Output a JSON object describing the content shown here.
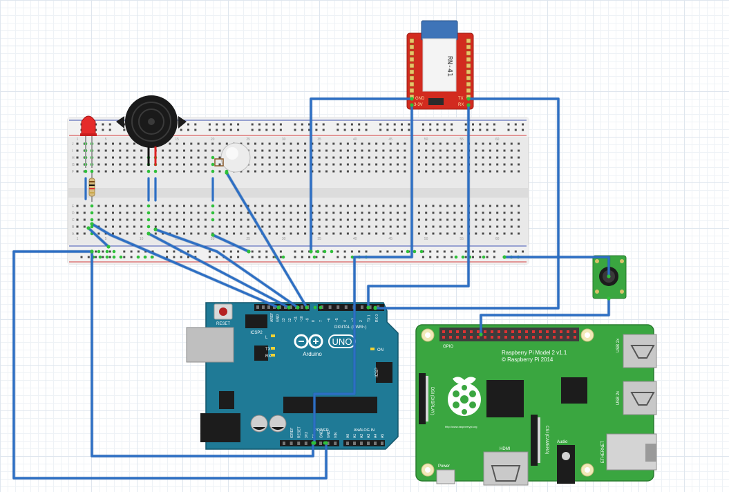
{
  "arduino": {
    "reset_label": "RESET",
    "icsp2_label": "ICSP2",
    "icsp_label": "ICSP",
    "digital_label": "DIGITAL (PWM~)",
    "brand_label": "Arduino",
    "uno_label": "UNO",
    "on_label": "ON",
    "l_label": "L",
    "tx_label": "TX",
    "rx_label": "RX",
    "power_label": "POWER",
    "analog_label": "ANALOG IN",
    "top_pins": [
      "AREF",
      "GND",
      "13",
      "12",
      "~11",
      "~10",
      "~9",
      "8",
      "7",
      "~6",
      "~5",
      "4",
      "~3",
      "2",
      "TX 1",
      "RX 0"
    ],
    "power_pins": [
      "IOREF",
      "RESET",
      "3V3",
      "5V",
      "GND",
      "GND",
      "VIN"
    ],
    "analog_pins": [
      "A0",
      "A1",
      "A2",
      "A3",
      "A4",
      "A5"
    ]
  },
  "raspberry_pi": {
    "model_label": "Raspberry Pi Model 2 v1.1",
    "copyright_label": "© Raspberry Pi 2014",
    "gpio_label": "GPIO",
    "dsi_label": "DSI (DISPLAY)",
    "csi_label": "CSI (CAMERA)",
    "hdmi_label": "HDMI",
    "audio_label": "Audio",
    "power_label": "Power",
    "ethernet_label": "ETHERNET",
    "usb_label_1": "USB 2x",
    "usb_label_2": "USB 2x",
    "url_label": "http://www.raspberrypi.org"
  },
  "bluetooth": {
    "chip_label": "RN-41",
    "gnd_label": "GND",
    "v_label": "3-3V",
    "tx_label": "TX",
    "rx_label": "RX"
  },
  "breadboard": {
    "column_numbers": [
      "1",
      "5",
      "10",
      "15",
      "20",
      "25",
      "30",
      "35",
      "40",
      "45",
      "50",
      "55",
      "60"
    ],
    "row_letters_top": [
      "J",
      "I",
      "H",
      "G",
      "F"
    ],
    "row_letters_bottom": [
      "E",
      "D",
      "C",
      "B",
      "A"
    ]
  },
  "colors": {
    "wire": "#2d6fc4",
    "arduino_board": "#1f7a96",
    "rpi_board": "#3aa640",
    "bluetooth_board": "#d22b1f",
    "breadboard": "#ececec",
    "led": "#e52b2b"
  }
}
